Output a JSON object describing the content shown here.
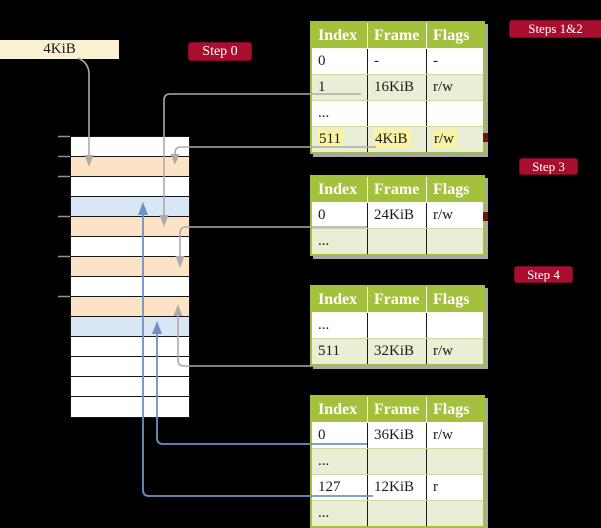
{
  "colors": {
    "bg": "#000000",
    "table_green": "#A3C13C",
    "row_green": "#E9EFD5",
    "mem_orange": "#FCE3C6",
    "mem_blue": "#D9E6F5",
    "label_cream": "#FBF0CF",
    "highlight_yellow": "#FBF3A0",
    "badge_red": "#A90E2E",
    "arrow_grey": "#ABABAB",
    "arrow_blue": "#7190C4"
  },
  "frame_label": "4KiB",
  "badges": {
    "step0": "Step 0",
    "steps12": "Steps 1&2",
    "step3": "Step 3",
    "step4": "Step 4"
  },
  "columns": {
    "c0": "Index",
    "c1": "Frame",
    "c2": "Flags"
  },
  "tables": {
    "t1": {
      "rows": [
        [
          "0",
          "-",
          "-"
        ],
        [
          "1",
          "16KiB",
          "r/w"
        ],
        [
          "...",
          "",
          ""
        ],
        [
          "511",
          "4KiB",
          "r/w"
        ]
      ]
    },
    "t2": {
      "rows": [
        [
          "0",
          "24KiB",
          "r/w"
        ],
        [
          "...",
          "",
          ""
        ]
      ]
    },
    "t3": {
      "rows": [
        [
          "...",
          "",
          ""
        ],
        [
          "511",
          "32KiB",
          "r/w"
        ]
      ]
    },
    "t4": {
      "rows": [
        [
          "0",
          "36KiB",
          "r/w"
        ],
        [
          "...",
          "",
          ""
        ],
        [
          "127",
          "12KiB",
          "r"
        ],
        [
          "...",
          "",
          ""
        ]
      ]
    }
  },
  "memory": {
    "row_colors": [
      "white",
      "orange",
      "white",
      "blue",
      "orange",
      "white",
      "orange",
      "white",
      "orange",
      "blue",
      "white",
      "white",
      "white",
      "white"
    ]
  }
}
